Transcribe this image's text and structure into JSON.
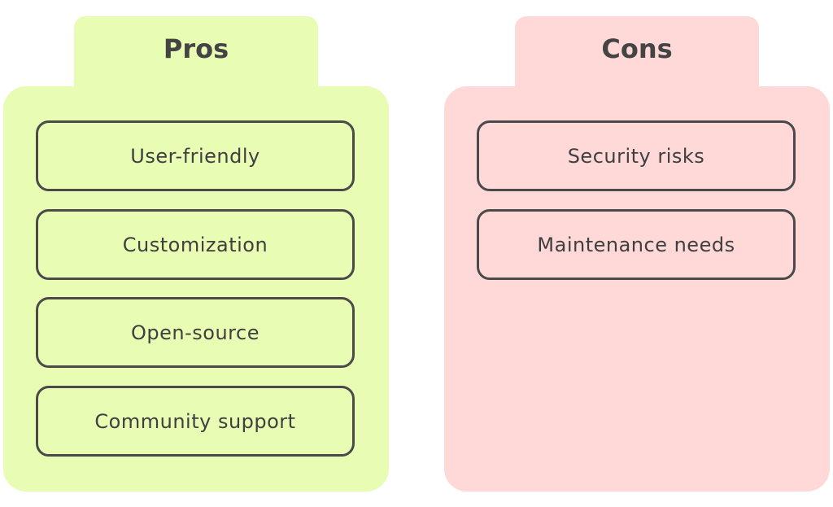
{
  "colors": {
    "pros_fill": "#e8fcb4",
    "cons_fill": "#ffd8d8",
    "border": "#4a4a4a",
    "text": "#444444"
  },
  "pros": {
    "title": "Pros",
    "items": [
      "User-friendly",
      "Customization",
      "Open-source",
      "Community support"
    ]
  },
  "cons": {
    "title": "Cons",
    "items": [
      "Security risks",
      "Maintenance needs"
    ]
  }
}
